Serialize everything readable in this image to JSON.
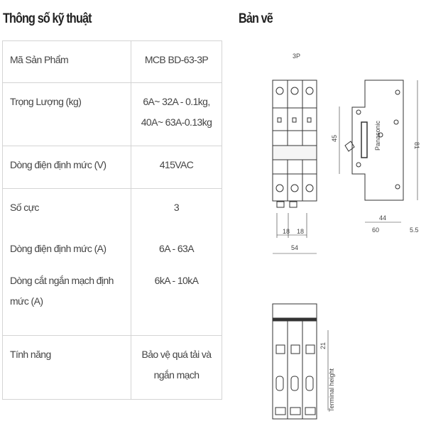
{
  "specs": {
    "title": "Thông số kỹ thuật",
    "rows": [
      {
        "label": "Mã Sản Phẩm",
        "value": "MCB BD-63-3P"
      },
      {
        "label": "Trọng Lượng (kg)",
        "value": "6A~ 32A - 0.1kg, 40A~ 63A-0.13kg"
      },
      {
        "label": "Dòng điện định mức (V)",
        "value": "415VAC"
      },
      {
        "label": "Số cực",
        "value": "3"
      },
      {
        "label": "Dòng điện định mức (A)",
        "value": "6A - 63A"
      },
      {
        "label": "Dòng cắt ngắn mạch định mức (A)",
        "value": "6kA - 10kA"
      },
      {
        "label": "Tính năng",
        "value": "Bảo vệ quá tải và ngắn mạch"
      }
    ]
  },
  "drawing": {
    "title": "Bản vẽ",
    "poles_label": "3P",
    "brand": "Panasonic",
    "dims": {
      "pole_width_1": "18",
      "pole_width_2": "18",
      "total_width": "54",
      "window_height": "45",
      "total_height": "81",
      "depth_44": "44",
      "depth_60": "60",
      "rail_offset": "5.5",
      "terminal_height_value": "21",
      "terminal_height_label": "Terminal height"
    }
  }
}
